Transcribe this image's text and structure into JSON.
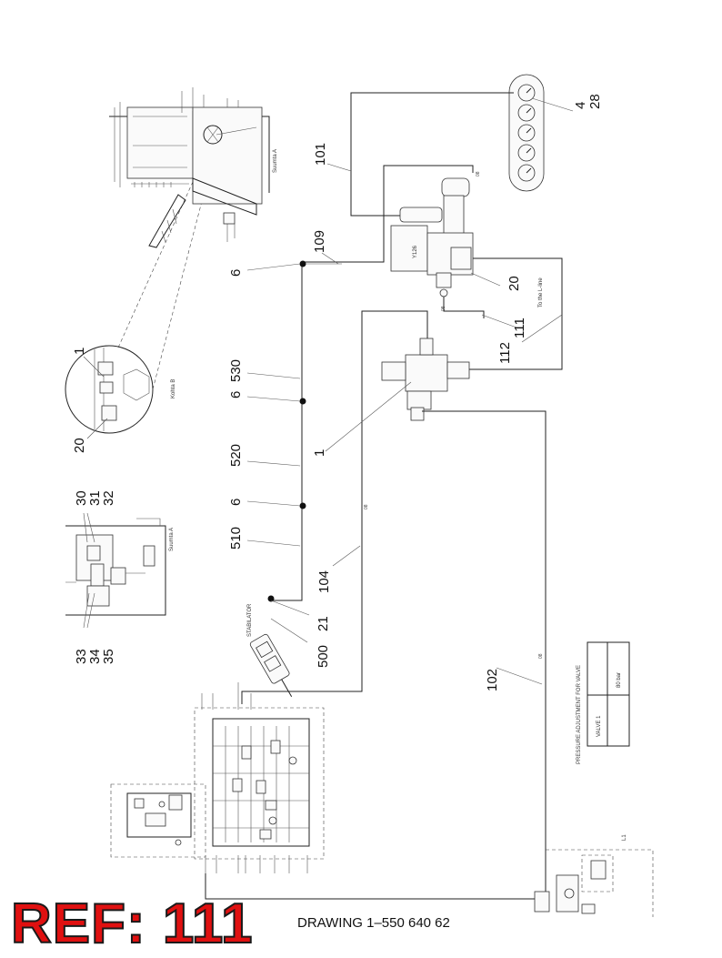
{
  "ref": {
    "title": "REF: 111"
  },
  "drawing": {
    "number": "DRAWING 1–550 640 62"
  },
  "callouts": {
    "c4": "4",
    "c28": "28",
    "c101": "101",
    "c109": "109",
    "c6a": "6",
    "c20a": "20",
    "c112": "112",
    "c111": "111",
    "c530": "530",
    "c6b": "6",
    "c1a": "1",
    "c520": "520",
    "c1b": "1",
    "c20b": "20",
    "c6c": "6",
    "c510": "510",
    "c104": "104",
    "c21": "21",
    "c500": "500",
    "c102": "102",
    "c30": "30",
    "c31": "31",
    "c32": "32",
    "c33": "33",
    "c34": "34",
    "c35": "35"
  },
  "annotations": {
    "to_l_line": "To the L-line",
    "y126": "Y126",
    "stabilator": "STABILATOR",
    "suumta_a_top": "Suumta A",
    "suumta_a_bottom": "Suumta A",
    "kohta_b": "Kohta B",
    "hose_08_a": "08",
    "hose_08_b": "08",
    "hose_08_c": "08",
    "hose_08_d": "08",
    "l1": "L1"
  },
  "pressure_table": {
    "heading": "PRESSURE ADJUSTMENT FOR VALVE",
    "valve_label": "VALVE 1",
    "valve_value": "80 bar"
  }
}
